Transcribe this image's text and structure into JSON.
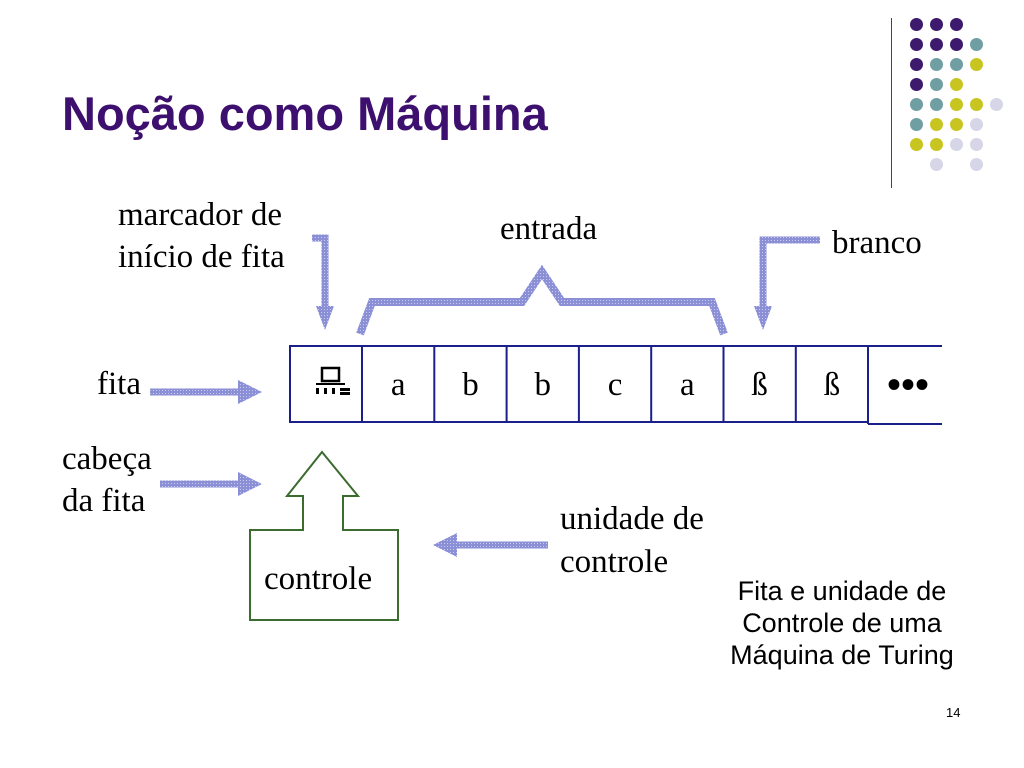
{
  "slide": {
    "title": "Noção como Máquina",
    "page_number": "14",
    "caption": "Fita e unidade de Controle de uma Máquina de Turing"
  },
  "labels": {
    "marcador_line1": "marcador de",
    "marcador_line2": "início de fita",
    "entrada": "entrada",
    "branco": "branco",
    "fita": "fita",
    "cabeca_line1": "cabeça",
    "cabeca_line2": "da fita",
    "unidade_line1": "unidade de",
    "unidade_line2": "controle",
    "controle": "controle"
  },
  "tape": {
    "cells": [
      "a",
      "b",
      "b",
      "c",
      "a",
      "ß",
      "ß"
    ],
    "ellipsis": "•••",
    "start_marker_icon": "tape-start-marker-icon"
  },
  "colors": {
    "title": "#3d0f6e",
    "arrow": "#8a8fd6",
    "tape_border": "#1a1f8a",
    "control_box": "#3b6b2e",
    "dot_purple": "#3d1a6e",
    "dot_teal": "#6f9fa3",
    "dot_olive": "#c9c520",
    "dot_lavender": "#d6d6e8"
  },
  "decor": {
    "dot_grid": [
      [
        "purple",
        "purple",
        "purple",
        null
      ],
      [
        "purple",
        "purple",
        "purple",
        "teal",
        null
      ],
      [
        "purple",
        "teal",
        "teal",
        "olive",
        null
      ],
      [
        "purple",
        "teal",
        "olive",
        null,
        null
      ],
      [
        "teal",
        "teal",
        "olive",
        "olive",
        "lavender"
      ],
      [
        "teal",
        "olive",
        "olive",
        "lavender",
        null
      ],
      [
        "olive",
        "olive",
        "lavender",
        "lavender",
        null
      ],
      [
        null,
        "lavender",
        null,
        "lavender",
        null
      ]
    ]
  }
}
